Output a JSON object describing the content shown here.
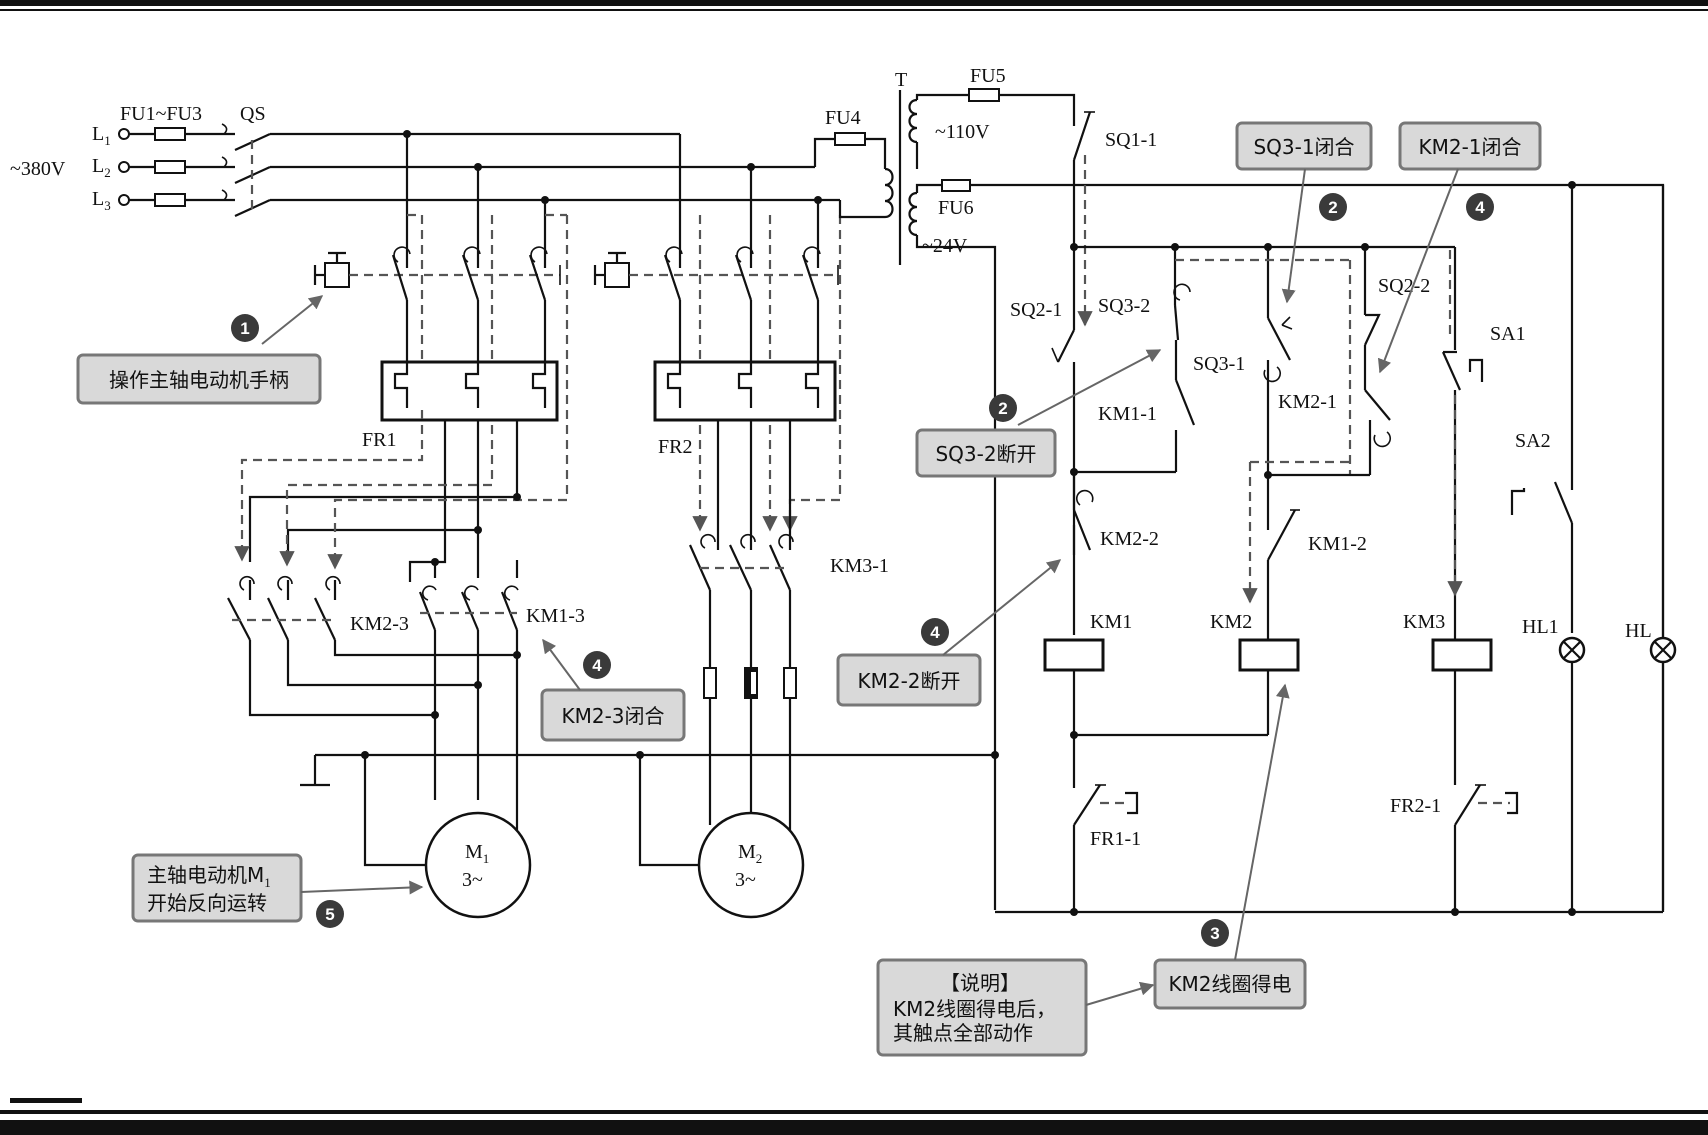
{
  "supply": {
    "voltage": "~380V",
    "fuses_main": "FU1~FU3",
    "switch": "QS",
    "phases": [
      "L",
      "L",
      "L"
    ],
    "phase_subs": [
      "1",
      "2",
      "3"
    ]
  },
  "transformer": {
    "label": "T",
    "fu4": "FU4",
    "fu5": "FU5",
    "fu6": "FU6",
    "v110": "~110V",
    "v24": "~24V"
  },
  "components": {
    "fr1": "FR1",
    "fr2": "FR2",
    "km2_3": "KM2-3",
    "km1_3": "KM1-3",
    "km3_1": "KM3-1",
    "sq1_1": "SQ1-1",
    "sq2_1": "SQ2-1",
    "sq3_2": "SQ3-2",
    "sq3_1": "SQ3-1",
    "sq2_2": "SQ2-2",
    "sa1": "SA1",
    "sa2": "SA2",
    "km1_1": "KM1-1",
    "km2_1": "KM2-1",
    "km2_2": "KM2-2",
    "km1_2": "KM1-2",
    "km1": "KM1",
    "km2": "KM2",
    "km3": "KM3",
    "hl1": "HL1",
    "hl": "HL",
    "fr1_1": "FR1-1",
    "fr2_1": "FR2-1"
  },
  "motors": {
    "m1": {
      "name": "M",
      "sub": "1",
      "phase": "3~"
    },
    "m2": {
      "name": "M",
      "sub": "2",
      "phase": "3~"
    }
  },
  "callouts": {
    "handle": "操作主轴电动机手柄",
    "sq3_1_closed": "SQ3-1闭合",
    "km2_1_closed": "KM2-1闭合",
    "sq3_2_open": "SQ3-2断开",
    "km2_2_open": "KM2-2断开",
    "km2_3_closed": "KM2-3闭合",
    "km2_coil": "KM2线圈得电",
    "motor_reverse_line1": "主轴电动机M",
    "motor_reverse_sub": "1",
    "motor_reverse_line2": "开始反向运转",
    "note_line1": "【说明】",
    "note_line2": "KM2线圈得电后，",
    "note_line3": "其触点全部动作"
  },
  "badges": {
    "b1": "1",
    "b2a": "2",
    "b2b": "2",
    "b3": "3",
    "b4a": "4",
    "b4b": "4",
    "b4c": "4",
    "b5": "5"
  }
}
